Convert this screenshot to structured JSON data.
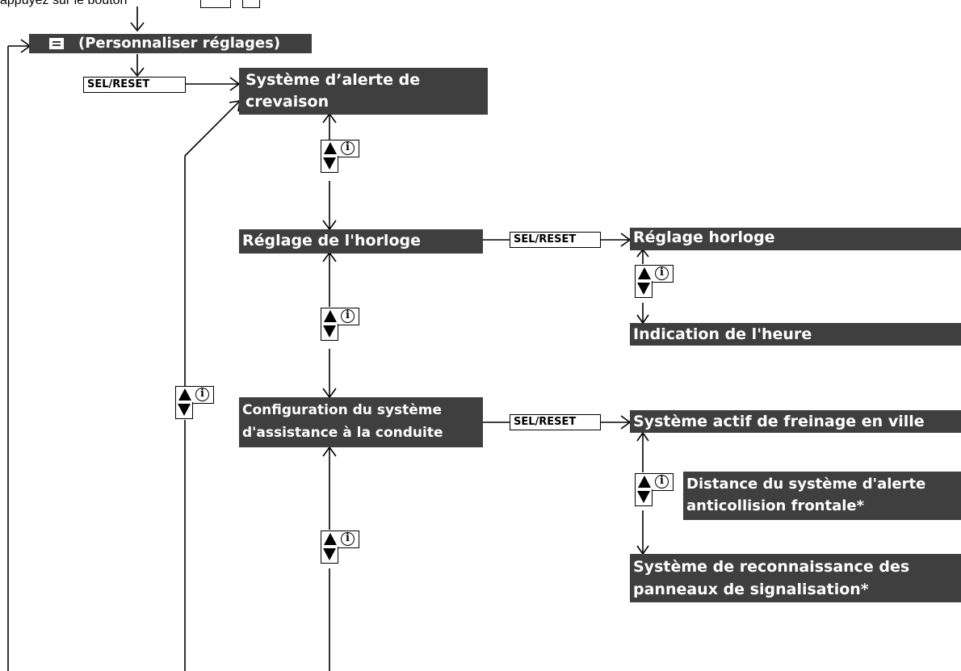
{
  "top_text": "appuyez sur le bouton",
  "menu_title": "(Personnaliser réglages)",
  "menu_icon": "menu-settings-icon",
  "sel_reset_label": "SEL/RESET",
  "info_symbol": "i",
  "boxes": {
    "crevaison": [
      "Système d’alerte de",
      "crevaison"
    ],
    "horloge": [
      "Réglage de l'horloge"
    ],
    "assistance": [
      "Configuration du système",
      "d'assistance à la conduite"
    ],
    "reglage_horloge": [
      "Réglage horloge"
    ],
    "indication_heure": [
      "Indication de l'heure"
    ],
    "freinage": [
      "Système actif de freinage en ville"
    ],
    "distance": [
      "Distance du système d'alerte",
      "anticollision frontale*"
    ],
    "reconnaissance": [
      "Système de reconnaissance des",
      "panneaux de signalisation*"
    ]
  },
  "colors": {
    "box": "#3f3f3f",
    "box_text": "#ffffff",
    "line": "#000000"
  }
}
